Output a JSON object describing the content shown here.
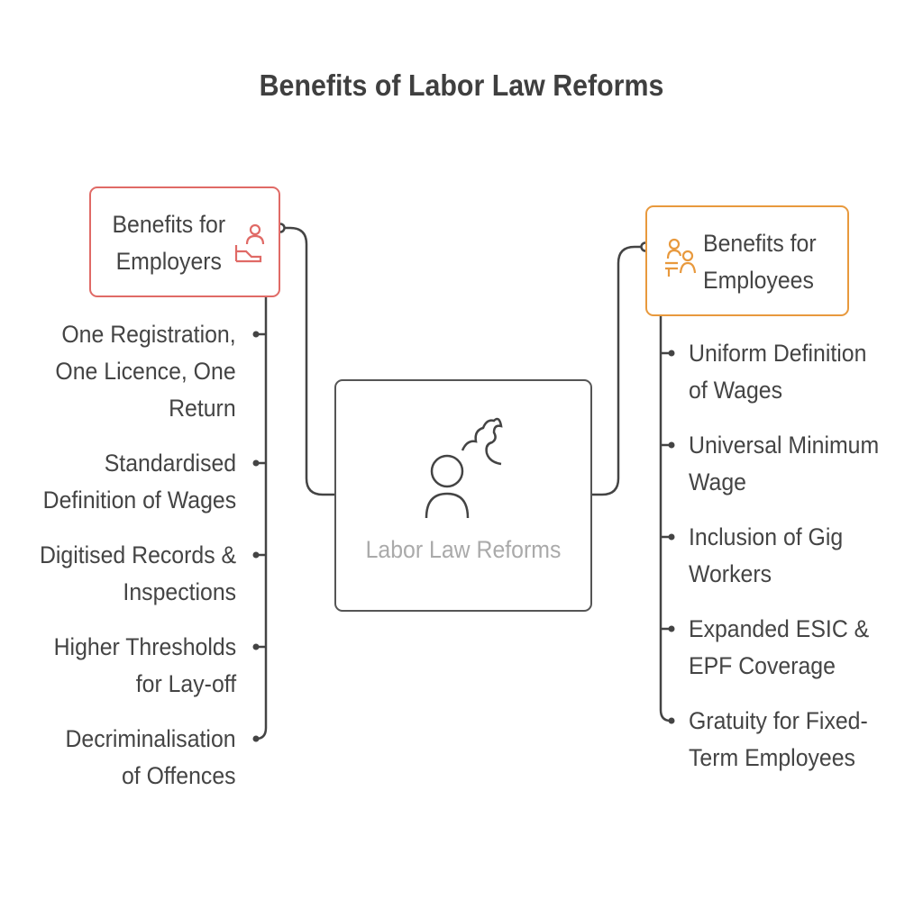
{
  "title": "Benefits of Labor Law Reforms",
  "center": {
    "label": "Labor Law Reforms",
    "icon": "person-speaking-icon"
  },
  "employers": {
    "label_line1": "Benefits for",
    "label_line2": "Employers",
    "icon": "employer-desk-icon",
    "color": "#e06a66",
    "items": [
      {
        "l1": "One Registration,",
        "l2": "One Licence, One",
        "l3": "Return"
      },
      {
        "l1": "Standardised",
        "l2": "Definition of Wages"
      },
      {
        "l1": "Digitised Records &",
        "l2": "Inspections"
      },
      {
        "l1": "Higher Thresholds",
        "l2": "for Lay-off"
      },
      {
        "l1": "Decriminalisation",
        "l2": "of Offences"
      }
    ]
  },
  "employees": {
    "label_line1": "Benefits for",
    "label_line2": "Employees",
    "icon": "employees-group-icon",
    "color": "#e8993d",
    "items": [
      {
        "l1": "Uniform Definition",
        "l2": "of Wages"
      },
      {
        "l1": "Universal Minimum",
        "l2": "Wage"
      },
      {
        "l1": "Inclusion of Gig",
        "l2": "Workers"
      },
      {
        "l1": "Expanded ESIC &",
        "l2": "EPF Coverage"
      },
      {
        "l1": "Gratuity for Fixed-",
        "l2": "Term Employees"
      }
    ]
  }
}
